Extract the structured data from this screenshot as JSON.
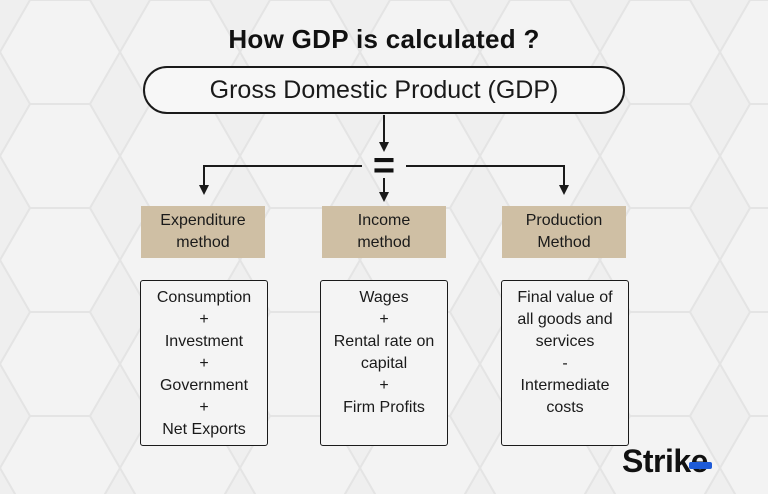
{
  "title": "How GDP is calculated ?",
  "gdp_box": {
    "label": "Gross Domestic Product (GDP)"
  },
  "equals_symbol": "=",
  "methods": [
    {
      "title_lines": [
        "Expenditure",
        "method"
      ],
      "items": [
        "Consumption",
        "+",
        "Investment",
        "+",
        "Government",
        "+",
        "Net Exports"
      ]
    },
    {
      "title_lines": [
        "Income",
        "method"
      ],
      "items": [
        "Wages",
        "+",
        "Rental rate on",
        "capital",
        "+",
        "Firm Profits"
      ]
    },
    {
      "title_lines": [
        "Production",
        "Method"
      ],
      "items": [
        "Final value of",
        "all goods and",
        "services",
        "-",
        "Intermediate",
        "costs"
      ]
    }
  ],
  "logo": {
    "prefix": "Strik",
    "last_letter": "e"
  },
  "colors": {
    "method_fill": "#cfbfa4",
    "logo_accent": "#1e5bd8",
    "stroke": "#1a1a1a"
  }
}
